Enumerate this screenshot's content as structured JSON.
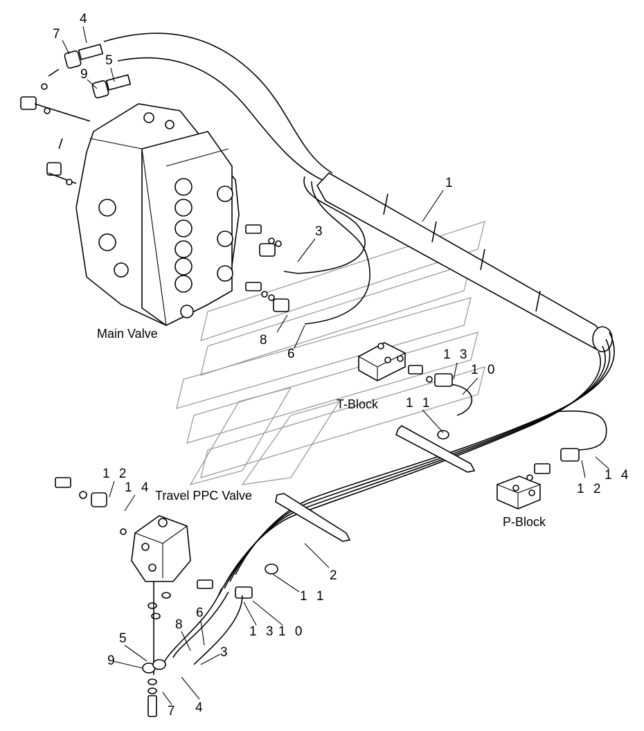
{
  "components": {
    "main_valve": "Main Valve",
    "t_block": "T-Block",
    "travel_ppc_valve": "Travel PPC Valve",
    "p_block": "P-Block"
  },
  "callouts": {
    "c4_top": "4",
    "c7_top": "7",
    "c9_top": "9",
    "c5_top": "5",
    "c1": "1",
    "c3_top": "3",
    "c8_top": "8",
    "c6_top": "6",
    "c13_top": "1 3",
    "c10_top": "1 0",
    "c11_top": "1 1",
    "c12_top": "1 2",
    "c14_left": "1 4",
    "c12_right": "1 2",
    "c14_right": "1 4",
    "c2": "2",
    "c11_bottom": "1 1",
    "c13_bottom": "1 3",
    "c10_bottom": "1 0",
    "c5_bottom": "5",
    "c8_bottom": "8",
    "c6_bottom": "6",
    "c3_bottom": "3",
    "c9_bottom": "9",
    "c7_bottom": "7",
    "c4_bottom": "4"
  }
}
